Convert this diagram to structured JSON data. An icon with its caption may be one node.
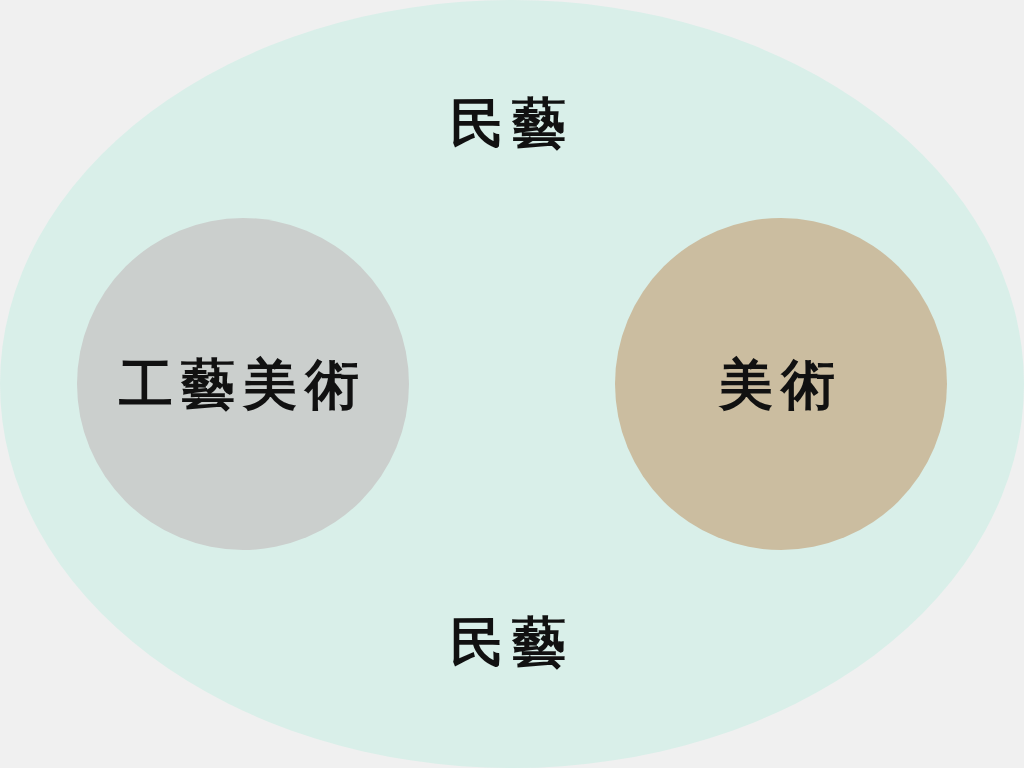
{
  "diagram": {
    "nodes": [
      {
        "text": [
          "民藝",
          "民藝"
        ]
      },
      {
        "text": [
          "工藝美術"
        ],
        "in": 0
      },
      {
        "text": [
          "美術"
        ],
        "in": 0
      }
    ]
  }
}
